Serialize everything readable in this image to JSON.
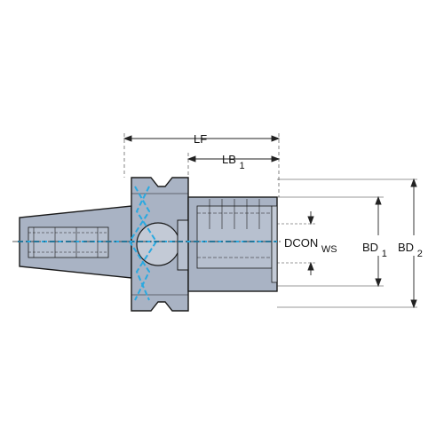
{
  "labels": {
    "lf": "LF",
    "lb": "LB",
    "lb_sub": "1",
    "dcon": "DCON",
    "dcon_sub": "WS",
    "bd1": "BD",
    "bd1_sub": "1",
    "bd2": "BD",
    "bd2_sub": "2"
  },
  "colors": {
    "body_fill": "#a9b3c4",
    "body_fill_light": "#c3cad6",
    "outline": "#1a1a1a",
    "coolant": "#2aa9e0",
    "dimension": "#222222"
  }
}
